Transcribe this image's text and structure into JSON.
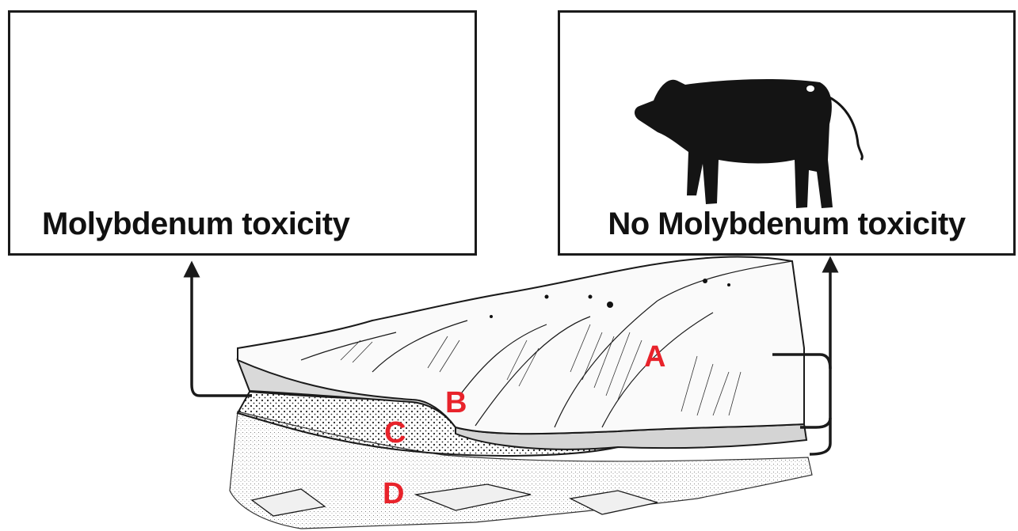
{
  "panels": {
    "left": {
      "caption": "Molybdenum toxicity"
    },
    "right": {
      "caption": "No Molybdenum toxicity"
    }
  },
  "markers": {
    "a": "A",
    "b": "B",
    "c": "C",
    "d": "D"
  },
  "colors": {
    "marker": "#e8232b",
    "ink": "#1a1a1a"
  }
}
